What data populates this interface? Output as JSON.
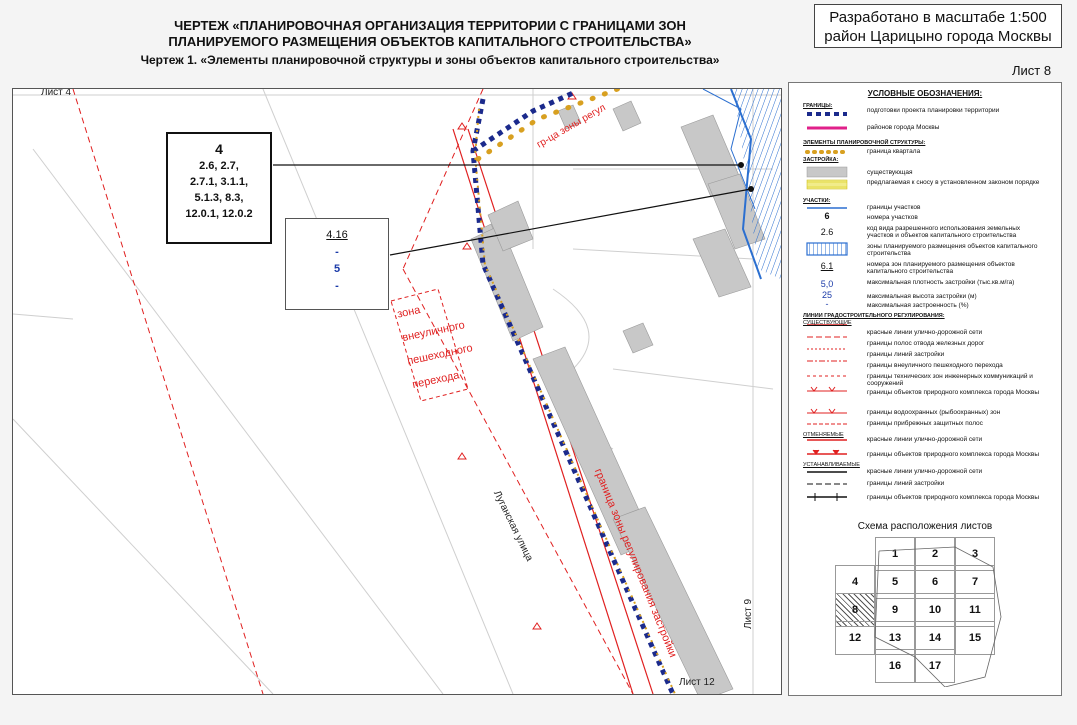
{
  "header": {
    "title_line1": "ЧЕРТЕЖ «ПЛАНИРОВОЧНАЯ ОРГАНИЗАЦИЯ ТЕРРИТОРИИ С ГРАНИЦАМИ ЗОН",
    "title_line2": "ПЛАНИРУЕМОГО РАЗМЕЩЕНИЯ ОБЪЕКТОВ КАПИТАЛЬНОГО СТРОИТЕЛЬСТВА»",
    "subtitle": "Чертеж 1. «Элементы планировочной структуры и зоны объектов капитального строительства»",
    "stamp_line1": "Разработано в масштабе 1:500",
    "stamp_line2": "район Царицыно города Москвы",
    "sheet": "Лист 8"
  },
  "map": {
    "sheet_left": "Лист 4",
    "sheet_right": "Лист 9",
    "sheet_bottom": "Лист 12",
    "street": "Луганская улица",
    "zone_label_lines": [
      "зона",
      "внеуличного",
      "пешеходного",
      "перехода"
    ],
    "zone_build_label": "граница зоны регулирования застройки",
    "zone_top_label": "гр-ца зоны регул",
    "box1": {
      "number": "4",
      "codes": [
        "2.6, 2.7,",
        "2.7.1, 3.1.1,",
        "5.1.3, 8.3,",
        "12.0.1, 12.0.2"
      ]
    },
    "box2": {
      "code": "4.16",
      "v1": "-",
      "v2": "5",
      "v3": "-"
    }
  },
  "legend": {
    "title": "УСЛОВНЫЕ ОБОЗНАЧЕНИЯ:",
    "cat_borders": "ГРАНИЦЫ:",
    "item_project": "подготовки проекта планировки территории",
    "item_district": "районов города Москвы",
    "cat_elements": "ЭЛЕМЕНТЫ ПЛАНИРОВОЧНОЙ СТРУКТУРЫ:",
    "item_quarter": "граница квартала",
    "cat_building": "ЗАСТРОЙКА:",
    "item_existing": "существующая",
    "item_demolish": "предлагаемая к сносу в установленном законом порядке",
    "cat_plots": "УЧАСТКИ:",
    "item_plot_border": "границы участков",
    "code_plot_no": "6",
    "item_plot_no": "номера участков",
    "code_use": "2.6",
    "item_use": "код вида разрешенного использования земельных участков и объектов капитального строительства",
    "item_zones": "зоны планируемого размещения объектов капитального строительства",
    "code_zone_no": "6.1",
    "item_zone_no": "номера зон планируемого размещения объектов капитального строительства",
    "code_density": "5,0",
    "item_density": "максимальная плотность застройки (тыс.кв.м/га)",
    "code_height": "25",
    "item_height": "максимальная высота застройки (м)",
    "code_percent": "-",
    "item_percent": "максимальная застроенность (%)",
    "cat_lines": "ЛИНИИ ГРАДОСТРОИТЕЛЬНОГО РЕГУЛИРОВАНИЯ:",
    "cat_existing": "СУЩЕСТВУЮЩИЕ",
    "line_red": "красные линии улично-дорожной сети",
    "line_rail": "границы полос отвода железных дорог",
    "line_build": "границы линий застройки",
    "line_ped": "границы внеуличного пешеходного перехода",
    "line_tech": "границы технических зон инженерных коммуникаций и сооружений",
    "line_nature": "границы объектов природного комплекса города Москвы",
    "line_water": "границы водоохранных (рыбоохранных) зон",
    "line_coast": "границы прибрежных защитных полос",
    "cat_cancel": "ОТМЕНЯЕМЫЕ",
    "line_red2": "красные линии улично-дорожной сети",
    "line_nature2": "границы объектов природного комплекса города Москвы",
    "cat_set": "УСТАНАВЛИВАЕМЫЕ",
    "line_red3": "красные линии улично-дорожной сети",
    "line_build3": "границы линий застройки",
    "line_nature3": "границы объектов природного комплекса города Москвы"
  },
  "scheme": {
    "title": "Схема расположения листов",
    "cells": [
      "1",
      "2",
      "3",
      "4",
      "5",
      "6",
      "7",
      "8",
      "9",
      "10",
      "11",
      "12",
      "13",
      "14",
      "15",
      "16",
      "17"
    ],
    "highlight": "8"
  },
  "colors": {
    "project_border": "#1b2a8c",
    "district_border": "#e0208a",
    "quarter_border": "#d8a020",
    "red_line": "#e02020",
    "zone_blue": "#2b6fd0",
    "building": "#c8c8c8"
  }
}
